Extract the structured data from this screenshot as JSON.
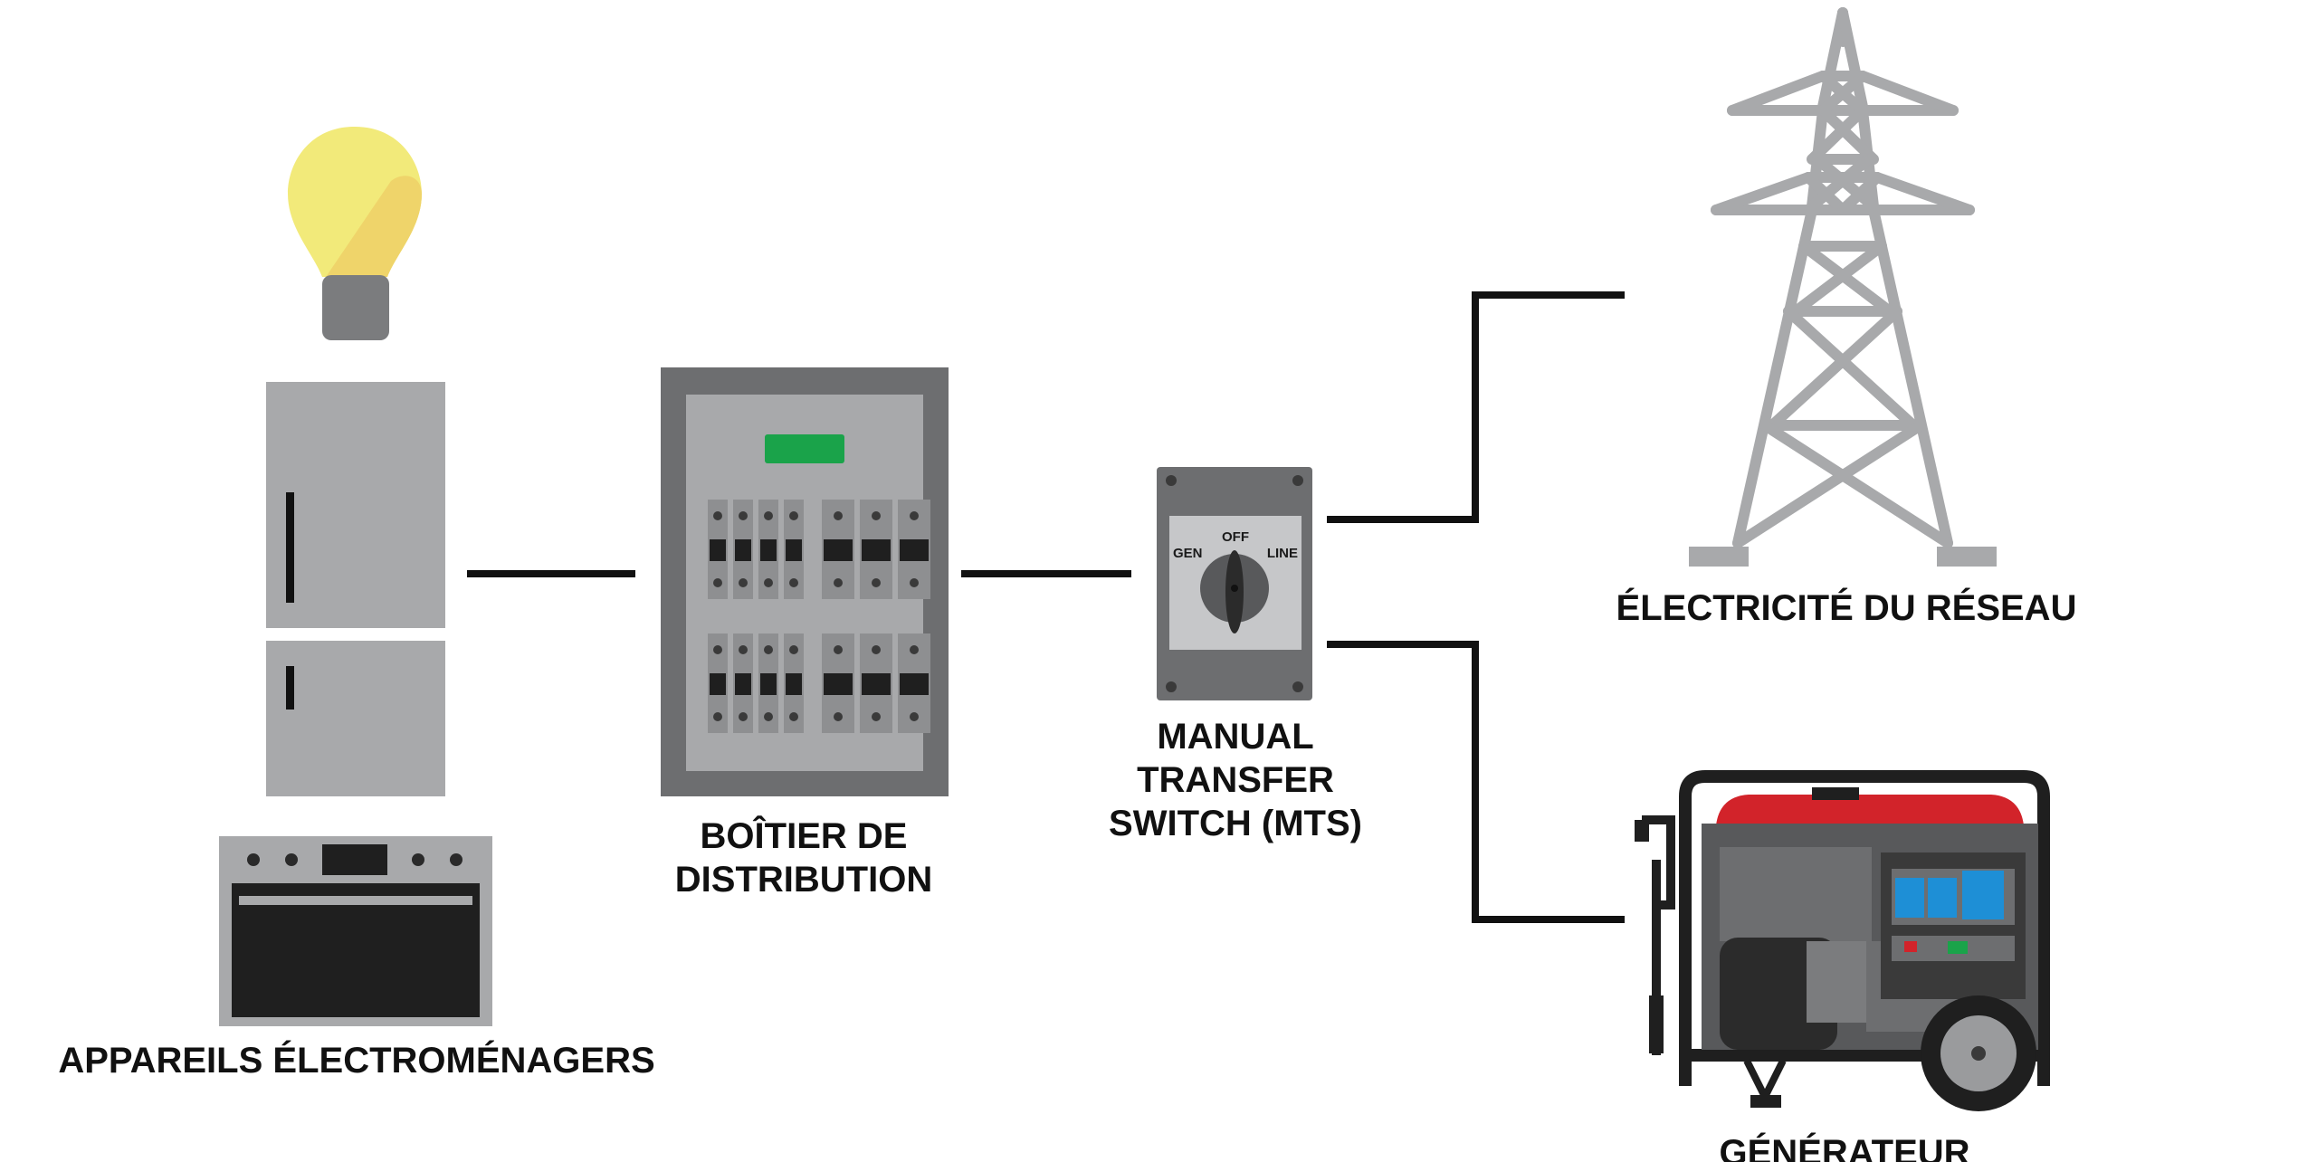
{
  "labels": {
    "appliances": "APPAREILS ÉLECTROMÉNAGERS",
    "distribution_line1": "BOÎTIER DE",
    "distribution_line2": "DISTRIBUTION",
    "mts_line1": "MANUAL",
    "mts_line2": "TRANSFER",
    "mts_line3": "SWITCH (MTS)",
    "grid": "ÉLECTRICITÉ DU RÉSEAU",
    "generator": "GÉNÉRATEUR"
  },
  "switch": {
    "off": "OFF",
    "gen": "GEN",
    "line": "LINE"
  },
  "colors": {
    "wire": "#111111",
    "tower": "#a8a9ab",
    "bulb_glass": "#f2ea7a",
    "panel_indicator": "#1aa34a",
    "generator_frame": "#d2232a",
    "generator_outlet": "#1e8fd6"
  }
}
